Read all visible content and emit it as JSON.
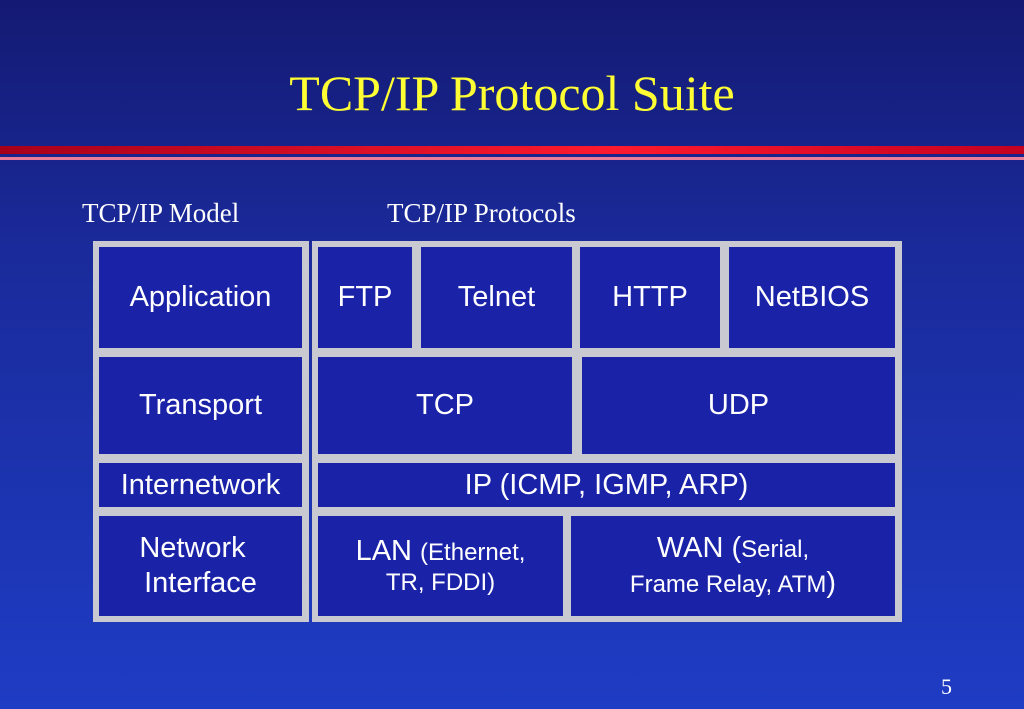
{
  "slide": {
    "title": "TCP/IP Protocol Suite",
    "page_number": "5"
  },
  "headers": {
    "model": "TCP/IP Model",
    "protocols": "TCP/IP Protocols"
  },
  "model_layers": [
    {
      "label": "Application"
    },
    {
      "label": "Transport"
    },
    {
      "label": "Internetwork"
    },
    {
      "label_line1": "Network",
      "label_line2": "Interface"
    }
  ],
  "protocols": {
    "application": [
      "FTP",
      "Telnet",
      "HTTP",
      "NetBIOS"
    ],
    "transport": [
      "TCP",
      "UDP"
    ],
    "internetwork": "IP (ICMP, IGMP, ARP)",
    "lan": {
      "main": "LAN ",
      "detail": "(Ethernet,",
      "line2": "TR, FDDI)"
    },
    "wan": {
      "main": "WAN (",
      "detail": "Serial,",
      "line2": "Frame Relay, ATM",
      "close": ")"
    }
  },
  "colors": {
    "title": "#ffff33",
    "cell_fill": "#1a22a8",
    "border": "#c9c9d2",
    "rule_red": "#ff1a2e"
  }
}
